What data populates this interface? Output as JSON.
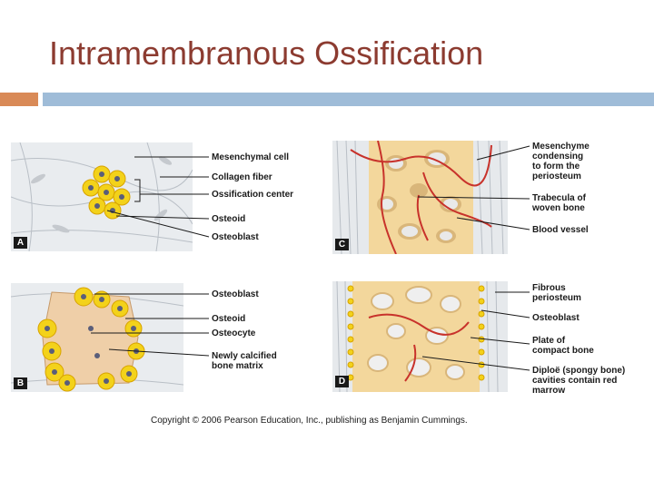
{
  "slide": {
    "title": "Intramembranous Ossification",
    "accent_colors": {
      "orange": "#d98a57",
      "blue": "#9fbcd8",
      "title": "#8c3b30"
    }
  },
  "figure": {
    "panels": {
      "a": {
        "tag": "A",
        "labels": [
          "Mesenchymal cell",
          "Collagen fiber",
          "Ossification center",
          "Osteoid",
          "Osteoblast"
        ]
      },
      "b": {
        "tag": "B",
        "labels": [
          "Osteoblast",
          "Osteoid",
          "Osteocyte",
          "Newly calcified",
          "bone matrix"
        ]
      },
      "c": {
        "tag": "C",
        "labels": [
          "Mesenchyme",
          "condensing",
          "to form the",
          "periosteum",
          "Trabecula of",
          "woven bone",
          "Blood vessel"
        ]
      },
      "d": {
        "tag": "D",
        "labels": [
          "Fibrous",
          "periosteum",
          "Osteoblast",
          "Plate of",
          "compact bone",
          "Diploë (spongy bone)",
          "cavities contain red",
          "marrow"
        ]
      }
    },
    "copyright": "Copyright © 2006 Pearson Education, Inc., publishing as Benjamin Cummings."
  }
}
